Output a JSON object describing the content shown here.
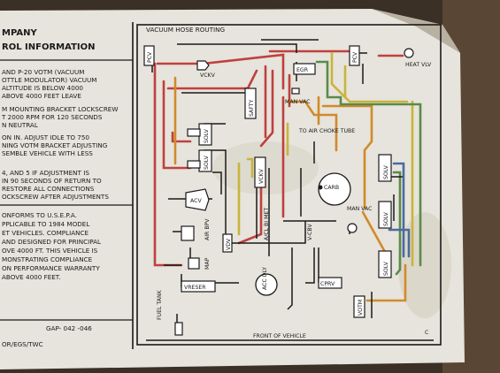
{
  "colors": {
    "background": "#3a3026",
    "label": "#e6e4dc",
    "line": "#1a1a1a",
    "red_hose": "#c0403f",
    "orange_hose": "#d18a2a",
    "yellow_hose": "#c9b43a",
    "green_hose": "#5a8a4a",
    "blue_hose": "#4a6aa0"
  },
  "left_panel": {
    "title_line1": "MPANY",
    "title_line2": "ROL INFORMATION",
    "text_lines": [
      "AND P-20 VOTM (VACUUM",
      "OTTLE MODULATOR) VACUUM",
      "ALTITUDE IS BELOW 4000",
      "ABOVE 4000 FEET LEAVE",
      "M MOUNTING BRACKET LOCKSCREW",
      "T 2000 RPM FOR 120 SECONDS",
      "N NEUTRAL",
      "ON IN. ADJUST IDLE TO 750",
      "NING VOTM BRACKET ADJUSTING",
      "SEMBLE VEHICLE WITH LESS",
      "4, AND 5 IF ADJUSTMENT IS",
      "IN 90 SECONDS OF RETURN TO",
      "RESTORE ALL CONNECTIONS",
      "OCKSCREW AFTER ADJUSTMENTS",
      "ONFORMS TO U.S.E.P.A.",
      "PPLICABLE TO 1984 MODEL",
      "ET VEHICLES. COMPLIANCE",
      "AND DESIGNED FOR PRINCIPAL",
      "OVE 4000 FT. THIS VEHICLE IS",
      "MONSTRATING COMPLIANCE",
      "ON PERFORMANCE WARRANTY",
      "ABOVE 4000 FEET."
    ],
    "part_number": "GAP- 042 -046",
    "footer_code": "OR/EGS/TWC"
  },
  "diagram": {
    "title": "VACUUM HOSE ROUTING",
    "components": {
      "pcv": "PCV",
      "vckv_top": "VCKV",
      "egr": "EGR",
      "pcv_right": "PCV",
      "heat_viv": "HEAT VLV",
      "man_vac_top": "MAN VAC",
      "safty": "SAFTY",
      "solv_1": "SOLV",
      "solv_2": "SOLV",
      "to_air_choke_tube": "TO AIR CHOKE TUBE",
      "vckv_mid": "VCKV",
      "acv": "ACV",
      "air_bpv": "AIR BPV",
      "map": "MAP",
      "vdv": "VDV",
      "apcl": "A/CL BI MET",
      "vcbv": "V-CBV",
      "carb": "CARB",
      "man_vac_right": "MAN VAC",
      "solv_3": "SOLV",
      "solv_4": "SOLV",
      "solv_5": "SOLV",
      "vreser": "VRESER",
      "fuel_tank": "FUEL TANK",
      "acc_dly": "ACC DLY",
      "cprv": "CPRV",
      "votm": "VOTM",
      "front_of_vehicle": "FRONT OF VEHICLE",
      "corner_mark": "C"
    }
  }
}
